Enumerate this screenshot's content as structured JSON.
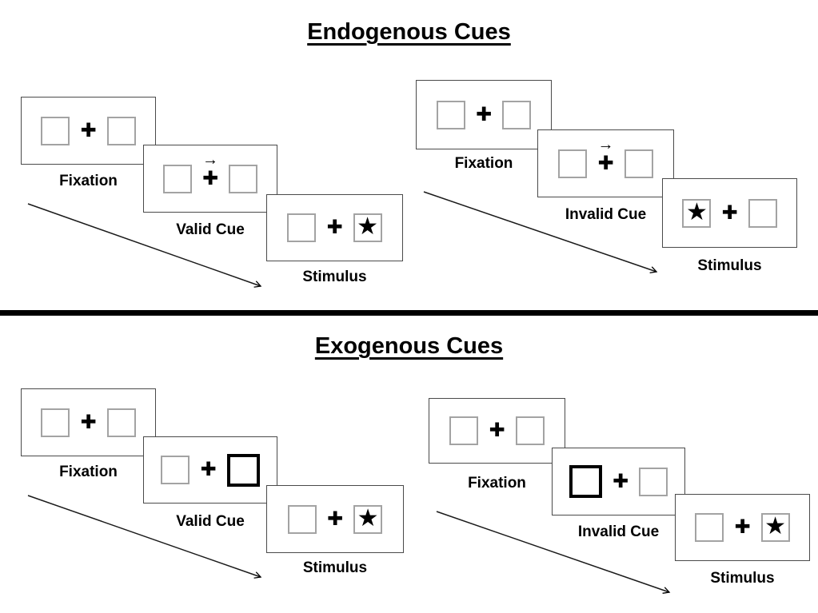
{
  "diagram": {
    "sections": {
      "endogenous": {
        "title": "Endogenous Cues",
        "valid": {
          "fixation": "Fixation",
          "cue": "Valid Cue",
          "stimulus": "Stimulus"
        },
        "invalid": {
          "fixation": "Fixation",
          "cue": "Invalid Cue",
          "stimulus": "Stimulus"
        }
      },
      "exogenous": {
        "title": "Exogenous Cues",
        "valid": {
          "fixation": "Fixation",
          "cue": "Valid Cue",
          "stimulus": "Stimulus"
        },
        "invalid": {
          "fixation": "Fixation",
          "cue": "Invalid Cue",
          "stimulus": "Stimulus"
        }
      }
    },
    "glyphs": {
      "fixation_cross": "✚",
      "star": "★",
      "cue_arrow": "→"
    },
    "colors": {
      "ink": "#000000",
      "card_border": "#4a4a4a",
      "box_border": "#a3a3a3"
    },
    "notes": {
      "endogenous_valid_star_side": "right",
      "endogenous_invalid_star_side": "left",
      "exogenous_valid_star_side": "right",
      "exogenous_invalid_star_side": "right",
      "exogenous_valid_cued_box": "right",
      "exogenous_invalid_cued_box": "left"
    }
  }
}
